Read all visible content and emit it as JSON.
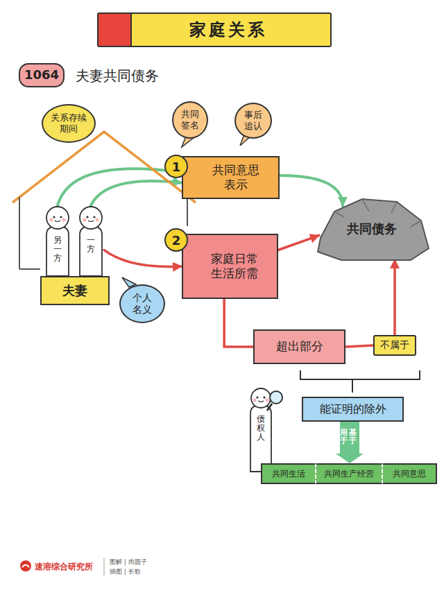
{
  "diagram": {
    "title": "家庭关系",
    "nodes": [
      {
        "text": [
          "1064",
          "夫妻共同债务"
        ]
      },
      {
        "text": [
          "关系存续期间"
        ]
      },
      {
        "text": [
          "另一方"
        ],
        "in": 1
      },
      {
        "text": [
          "一方"
        ],
        "in": 1
      },
      {
        "text": [
          "夫妻"
        ],
        "in": 1
      },
      {
        "text": [
          "共同签名"
        ]
      },
      {
        "text": [
          "事后追认"
        ]
      },
      {
        "text": [
          "共同意思表示"
        ]
      },
      {
        "text": [
          "家庭日常生活所需"
        ]
      },
      {
        "text": [
          "个人名义"
        ]
      },
      {
        "text": [
          "共同债务"
        ]
      },
      {
        "text": [
          "超出部分"
        ]
      },
      {
        "text": [
          "不属于"
        ]
      },
      {
        "text": [
          "债权人"
        ]
      },
      {
        "text": [
          "能证明的除外"
        ]
      },
      {
        "text": [
          "共同生活"
        ]
      },
      {
        "text": [
          "共同生产经营"
        ]
      },
      {
        "text": [
          "共同意思"
        ]
      }
    ],
    "edges": [
      {
        "from": 2,
        "to": 7,
        "arrow": "to"
      },
      {
        "from": 3,
        "to": 7,
        "arrow": "to"
      },
      {
        "from": 7,
        "to": 10,
        "arrow": "to"
      },
      {
        "from": 3,
        "to": 8,
        "arrow": "to"
      },
      {
        "from": 8,
        "to": 10,
        "arrow": "to"
      },
      {
        "from": 8,
        "to": 11,
        "arrow": "none"
      },
      {
        "from": 11,
        "to": 12,
        "arrow": "none"
      },
      {
        "from": 12,
        "to": 10,
        "arrow": "to"
      },
      {
        "from": 14,
        "to": 16,
        "arrow": "to"
      }
    ],
    "labels": [
      "1",
      "2",
      "用于",
      "基于",
      "速溶综合研究所",
      "图解 | 肉圆子",
      "插图 | 长歌"
    ]
  }
}
